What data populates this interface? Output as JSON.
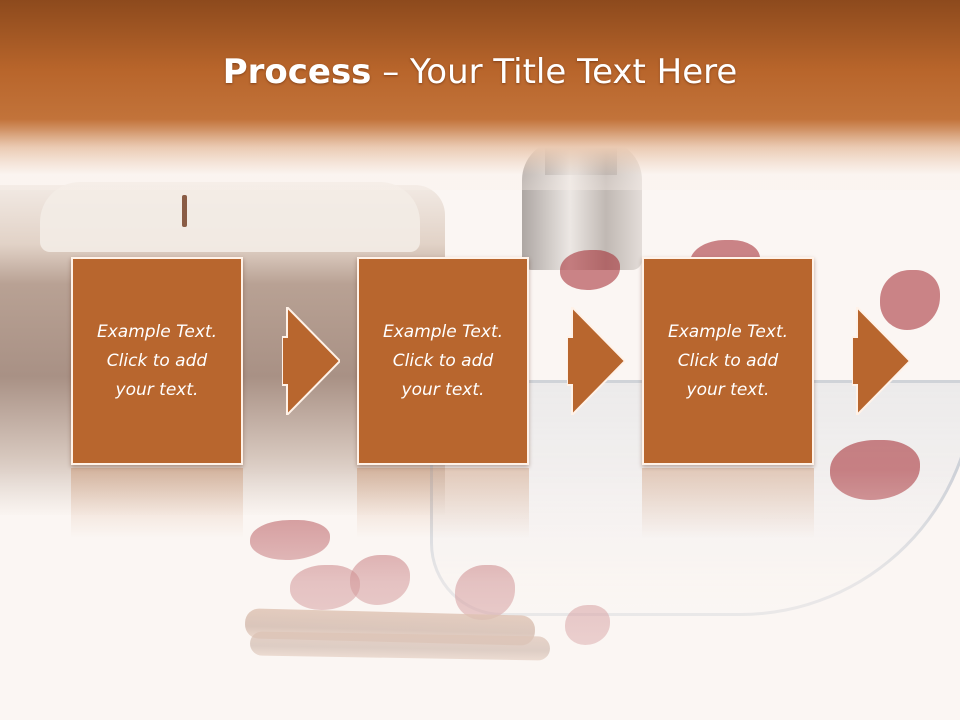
{
  "title": {
    "bold": "Process",
    "rest": " – Your Title Text Here"
  },
  "steps": [
    {
      "text": "Example Text.\nClick  to add\nyour text."
    },
    {
      "text": "Example Text.\nClick  to add\nyour text."
    },
    {
      "text": "Example Text.\nClick  to add\nyour text."
    }
  ],
  "colors": {
    "header": "#b8652b",
    "box_fill": "#b8662e",
    "box_border": "#fff2e8",
    "text": "#ffffff"
  }
}
